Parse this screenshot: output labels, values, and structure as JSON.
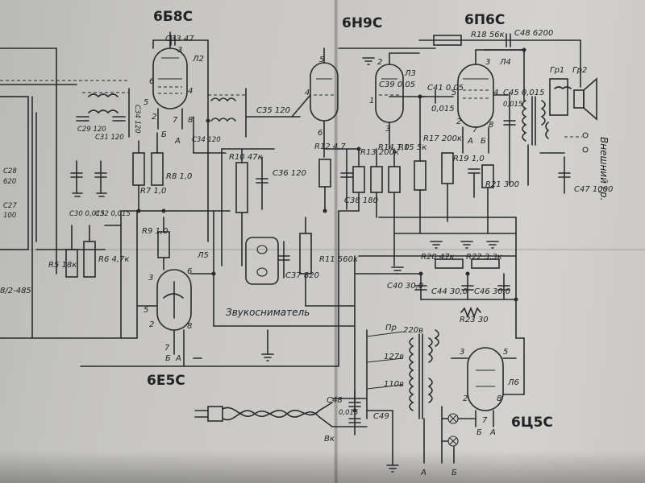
{
  "tubes": {
    "t6b8c": "6Б8С",
    "t6h9c": "6Н9С",
    "t6p6c": "6П6С",
    "t6e5c": "6Е5С",
    "t6c5c": "6Ц5С"
  },
  "tube_refs": {
    "l2": "Л2",
    "l3": "Л3",
    "l4": "Л4",
    "l5": "Л5",
    "l6": "Л6"
  },
  "labels": {
    "pickup": "Звукосниматель",
    "external_speaker": "Внешний гр.",
    "gr1": "Гр1",
    "gr2": "Гр2",
    "switch": "Вк",
    "lamp_a": "А",
    "lamp_b": "Б",
    "left_edge_note": "8/2-485"
  },
  "components": {
    "c33": "С33 47",
    "c35": "С35 120",
    "c29": "С29 120",
    "c31": "С31 120",
    "c34": "С34 120",
    "c30": "С30 0,015",
    "c32": "С32 0,015",
    "c36": "С36 120",
    "c37": "С37 820",
    "c38": "С38 180",
    "c39": "С39 0,05",
    "c41": "С41 0,05",
    "c45": "С45 0,015",
    "c48": "С48 6200",
    "c47": "С47 1000",
    "c40": "С40 30,0",
    "c44": "С44 30,0",
    "c46": "С46 30,0",
    "c48b": "С48",
    "c49": "С49",
    "r5": "R5 18к",
    "r6": "R6 4,7к",
    "r7": "R7 1,0",
    "r8": "R8 1,0",
    "r9": "R9 1,0",
    "r10": "R10 47к",
    "r11": "R11 560к",
    "r12": "R12 4,7",
    "r13": "R13 200к",
    "r14": "R14 1,0",
    "r15": "R15 5к",
    "r17": "R17 200к",
    "r18": "R18 56к",
    "r19": "R19 1,0",
    "r20": "R20 47к",
    "r21": "R21 300",
    "r22": "R22 3,3к",
    "r23": "R23 30",
    "cap_0015a": "0,015",
    "cap_0015b": "0,015",
    "cap_0015c": "0,015",
    "c27": "С27",
    "c28": "С28",
    "c28v": "620",
    "c27v": "100"
  },
  "transformer_taps": {
    "t220": "220в",
    "t127": "127в",
    "t110": "110в",
    "pr": "Пр"
  },
  "pins": {
    "p1": "1",
    "p2": "2",
    "p3": "3",
    "p4": "4",
    "p5": "5",
    "p6": "6",
    "p7": "7",
    "p8": "8",
    "pa": "А",
    "pb": "Б"
  }
}
